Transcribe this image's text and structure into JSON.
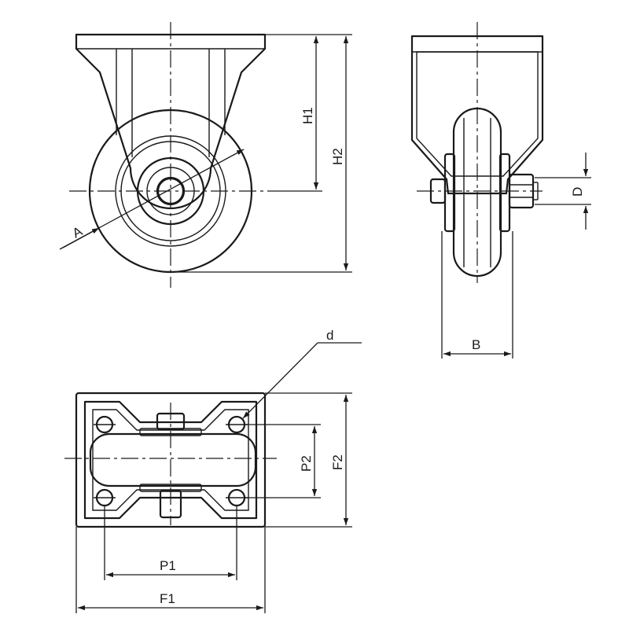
{
  "labels": {
    "A": "A",
    "H1": "H1",
    "H2": "H2",
    "D": "D",
    "B": "B",
    "d": "d",
    "P1": "P1",
    "P2": "P2",
    "F1": "F1",
    "F2": "F2"
  },
  "colors": {
    "line": "#1a1a1a",
    "background": "#ffffff"
  }
}
